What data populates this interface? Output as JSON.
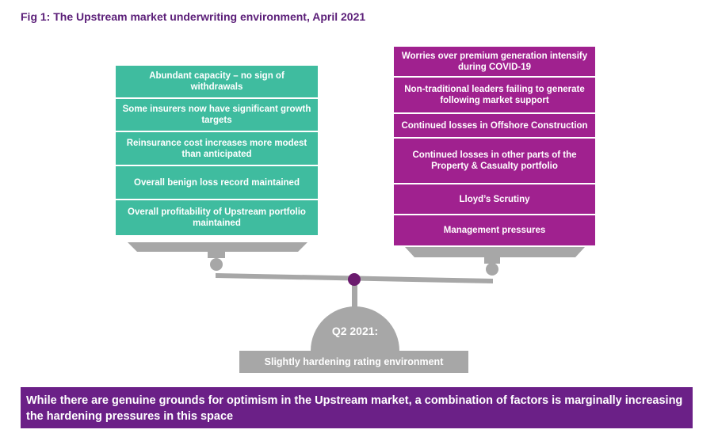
{
  "title": "Fig 1: The Upstream market underwriting environment, April 2021",
  "left_factors": [
    "Abundant capacity – no sign of withdrawals",
    "Some insurers now have significant growth targets",
    "Reinsurance cost increases more modest than anticipated",
    "Overall benign loss record maintained",
    "Overall profitability of Upstream portfolio maintained"
  ],
  "right_factors": [
    "Worries over premium generation intensify during COVID-19",
    "Non-traditional leaders failing to generate following market support",
    "Continued losses in Offshore Construction",
    "Continued losses in other parts of the Property & Casualty portfolio",
    "Lloyd’s Scrutiny",
    "Management pressures"
  ],
  "fulcrum": {
    "period": "Q2 2021:",
    "status": "Slightly hardening rating environment"
  },
  "conclusion": "While there are genuine grounds for optimism in the Upstream market, a combination of factors is marginally increasing the hardening pressures in this space",
  "colors": {
    "title": "#5b1e78",
    "positive": "#3fbc9f",
    "negative": "#a0218f",
    "scale": "#a7a7a7",
    "pivot": "#6b1b6e",
    "banner": "#6b2087"
  }
}
